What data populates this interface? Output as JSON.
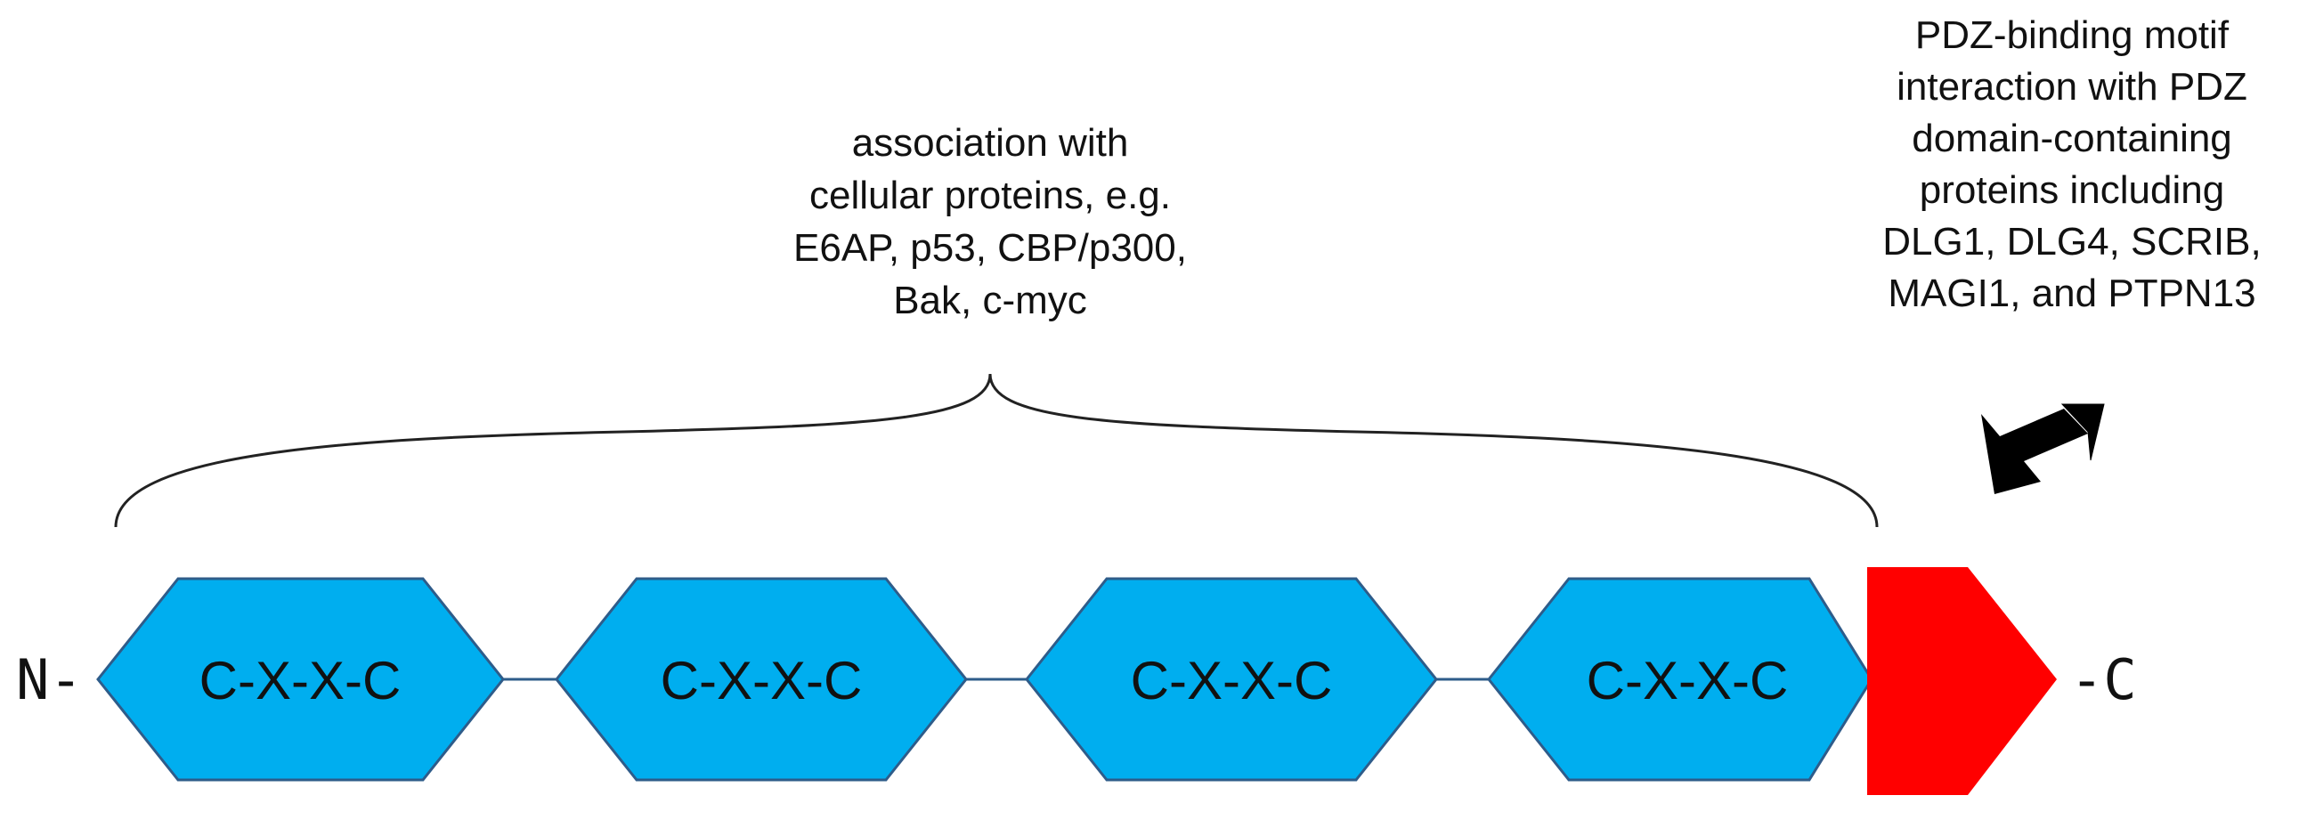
{
  "diagram": {
    "n_terminus": "N-",
    "c_terminus": "-C",
    "domains": [
      {
        "label": "C-X-X-C"
      },
      {
        "label": "C-X-X-C"
      },
      {
        "label": "C-X-X-C"
      },
      {
        "label": "C-X-X-C"
      }
    ],
    "domain_color": "#00AEEF",
    "domain_stroke": "#2E5C8A",
    "pbm_color": "#FF0000",
    "arrow_color": "#000000",
    "brace_annotation": [
      "association with",
      "cellular proteins, e.g.",
      "E6AP, p53, CBP/p300,",
      "Bak, c-myc"
    ],
    "pbm_annotation": [
      "PDZ-binding motif",
      "interaction with PDZ",
      "domain-containing",
      "proteins including",
      "DLG1, DLG4, SCRIB,",
      "MAGI1, and PTPN13"
    ]
  }
}
